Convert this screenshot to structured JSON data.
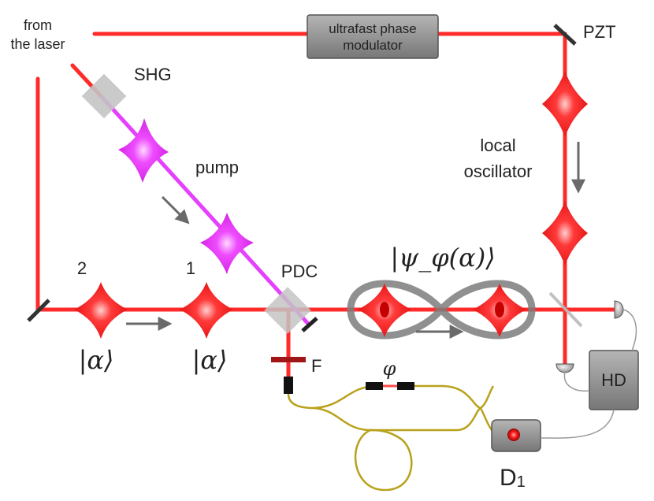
{
  "labels": {
    "from_the_laser_line1": "from",
    "from_the_laser_line2": "the laser",
    "phase_modulator_line1": "ultrafast phase",
    "phase_modulator_line2": "modulator",
    "pzt": "PZT",
    "shg": "SHG",
    "pump": "pump",
    "local_oscillator_line1": "local",
    "local_oscillator_line2": "oscillator",
    "pulse_2": "2",
    "pulse_1": "1",
    "pdc": "PDC",
    "psi_state": "|ψ_φ(α)⟩",
    "alpha_state_1": "|α⟩",
    "alpha_state_2": "|α⟩",
    "filter": "F",
    "phase_phi": "φ",
    "hd": "HD",
    "detector": "D",
    "detector_subscript": "1"
  },
  "colors": {
    "laser_beam": "#ff2a2a",
    "pump_beam": "#e640ff",
    "fiber": "#b8a21c",
    "component_gray": "#7f7f7f",
    "crystal_gray": "#c4c4c4"
  }
}
